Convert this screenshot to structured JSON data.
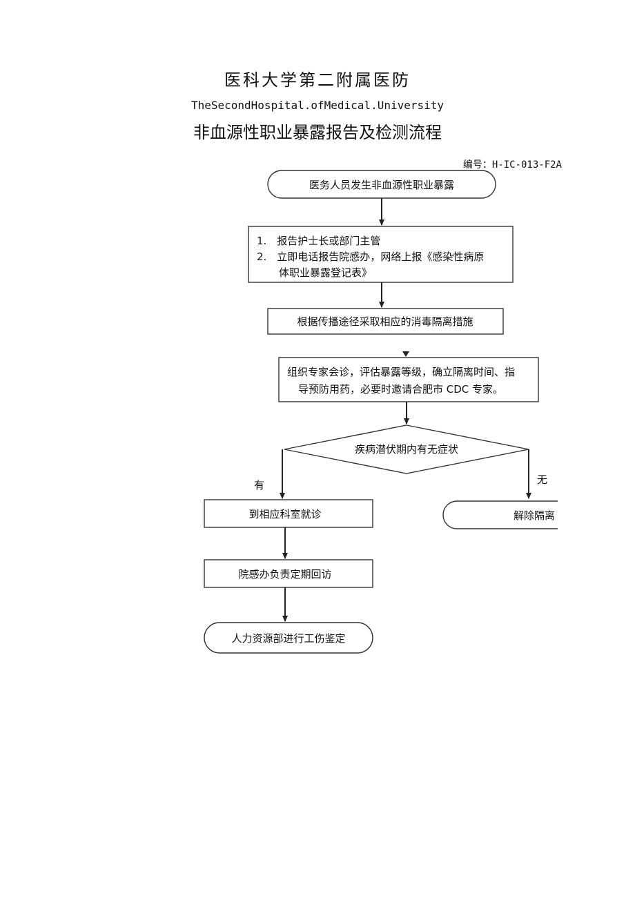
{
  "header": {
    "hospital_cn": "医科大学第二附属医防",
    "hospital_en": "TheSecondHospital.ofMedical.University",
    "flow_title": "非血源性职业暴露报告及检测流程",
    "doc_number": "编号：H-IC-013-F2A"
  },
  "flow": {
    "start": "医务人员发生非血源性职业暴露",
    "report_1": "1.　报告护士长或部门主管",
    "report_2a": "2.　立即电话报告院感办，网络上报《感染性病原",
    "report_2b": "体职业暴露登记表》",
    "disinfect": "根据传播途径采取相应的消毒隔离措施",
    "consult_a": "组织专家会诊，评估暴露等级，确立隔离时间、指",
    "consult_b": "导预防用药，必要时邀请合肥市 CDC 专家。",
    "decision": "疾病潜伏期内有无症状",
    "yes_label": "有",
    "no_label": "无",
    "visit_dept": "到相应科室就诊",
    "followup": "院感办负责定期回访",
    "injury_assess": "人力资源部进行工伤鉴定",
    "release": "解除隔离"
  }
}
